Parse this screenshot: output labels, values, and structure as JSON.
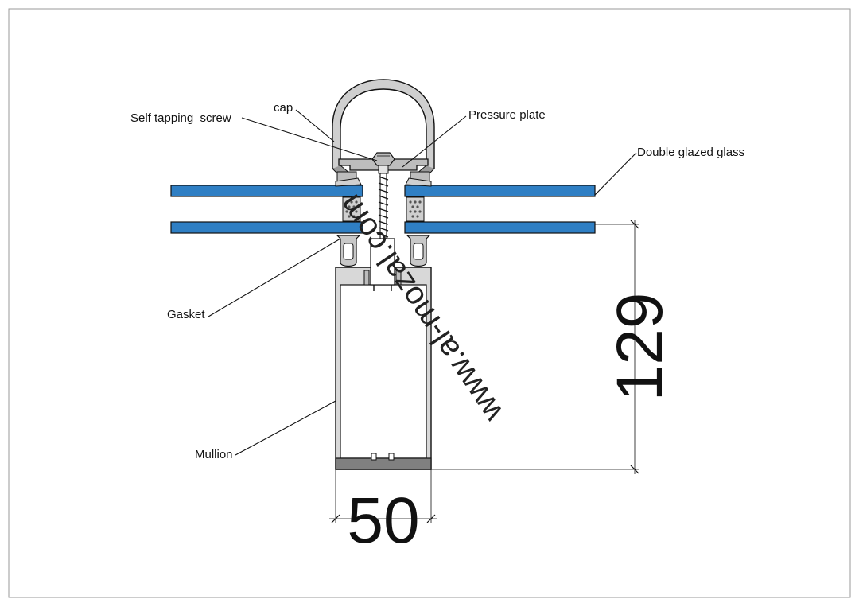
{
  "labels": {
    "self_tapping_screw": "Self tapping  screw",
    "cap": "cap",
    "pressure_plate": "Pressure plate",
    "double_glazed_glass": "Double glazed glass",
    "gasket": "Gasket",
    "mullion": "Mullion"
  },
  "dimensions": {
    "width": "50",
    "height": "129"
  },
  "watermark": "www.al-mozal.com",
  "colors": {
    "glass": "#2f7fc4",
    "profile_fill": "#d8d8d8",
    "dark_gray": "#808080",
    "line": "#111111"
  }
}
